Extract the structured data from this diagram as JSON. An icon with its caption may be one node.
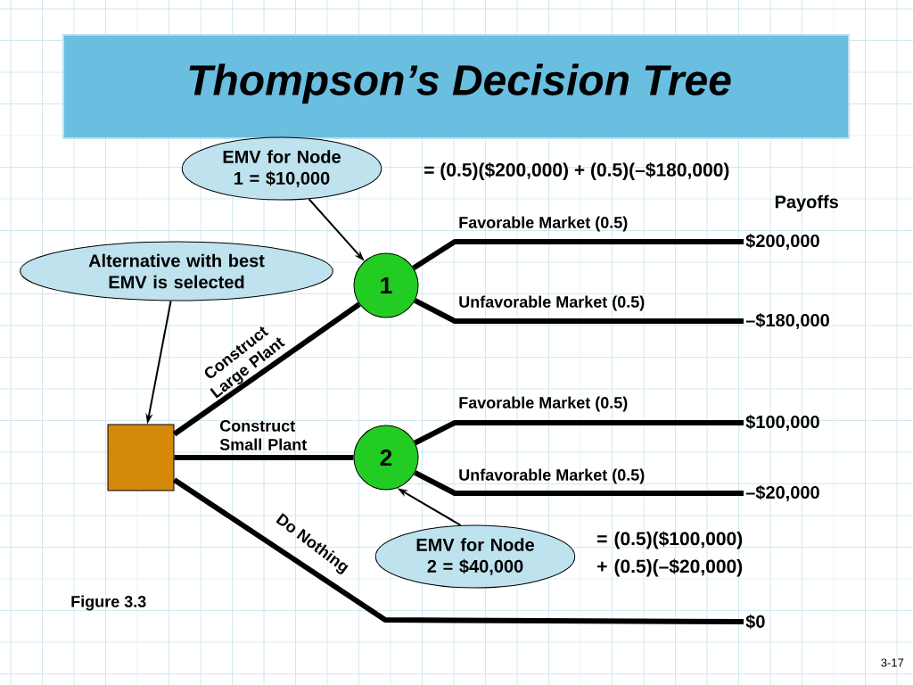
{
  "diagram": {
    "title": "Thompson’s Decision Tree",
    "caption": "Figure 3.3",
    "nodes": [
      {
        "text": [],
        "shape": "box"
      },
      {
        "text": [
          "1"
        ]
      },
      {
        "text": [
          "2"
        ]
      },
      {
        "text": [
          "$200,000"
        ]
      },
      {
        "text": [
          "–$180,000"
        ]
      },
      {
        "text": [
          "$100,000"
        ]
      },
      {
        "text": [
          "–$20,000"
        ]
      },
      {
        "text": [
          "$0"
        ]
      },
      {
        "text": [
          "EMV for Node 1 = $10,000"
        ]
      },
      {
        "text": [
          "Alternative with best EMV is selected"
        ]
      },
      {
        "text": [
          "EMV for Node 2 = $40,000"
        ]
      }
    ],
    "edges": [
      {
        "from": 0,
        "to": 1,
        "arrow": "none",
        "label": "Construct Large Plant"
      },
      {
        "from": 0,
        "to": 2,
        "arrow": "none",
        "label": "Construct Small Plant"
      },
      {
        "from": 0,
        "to": 7,
        "arrow": "none",
        "label": "Do Nothing"
      },
      {
        "from": 1,
        "to": 3,
        "arrow": "none",
        "label": "Favorable Market (0.5)"
      },
      {
        "from": 1,
        "to": 4,
        "arrow": "none",
        "label": "Unfavorable Market (0.5)"
      },
      {
        "from": 2,
        "to": 5,
        "arrow": "none",
        "label": "Favorable Market (0.5)"
      },
      {
        "from": 2,
        "to": 6,
        "arrow": "none",
        "label": "Unfavorable Market (0.5)"
      },
      {
        "from": 8,
        "to": 1,
        "arrow": "to"
      },
      {
        "from": 9,
        "to": 0,
        "arrow": "to"
      },
      {
        "from": 10,
        "to": 2,
        "arrow": "to"
      }
    ],
    "labels": [
      "= (0.5)($200,000) + (0.5)(–$180,000)",
      "Payoffs",
      "= (0.5)($100,000) + (0.5)(–$20,000)",
      "3-17"
    ]
  }
}
